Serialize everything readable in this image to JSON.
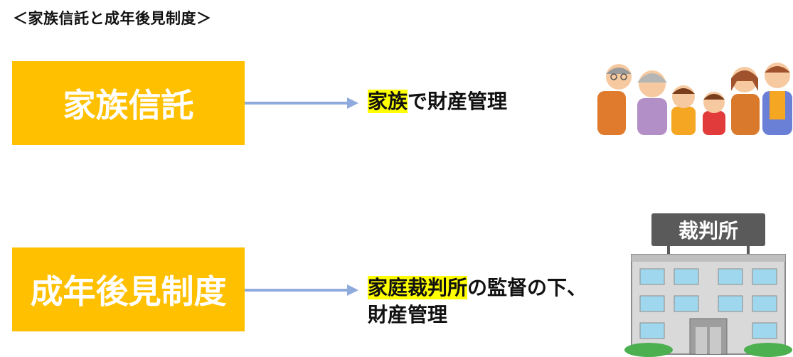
{
  "heading": "＜家族信託と成年後見制度＞",
  "rows": [
    {
      "label": "家族信託",
      "desc_highlight": "家族",
      "desc_rest": "で財産管理",
      "desc_line2": ""
    },
    {
      "label": "成年後見制度",
      "desc_highlight": "家庭裁判所",
      "desc_rest": "の監督の下、",
      "desc_line2": "財産管理"
    }
  ],
  "illustrations": {
    "family_icon": "family-illustration",
    "court_icon": "courthouse-illustration",
    "court_sign": "裁判所"
  },
  "colors": {
    "box": "#FFC000",
    "arrow": "#8FAADC",
    "highlight": "#FFFF00"
  }
}
